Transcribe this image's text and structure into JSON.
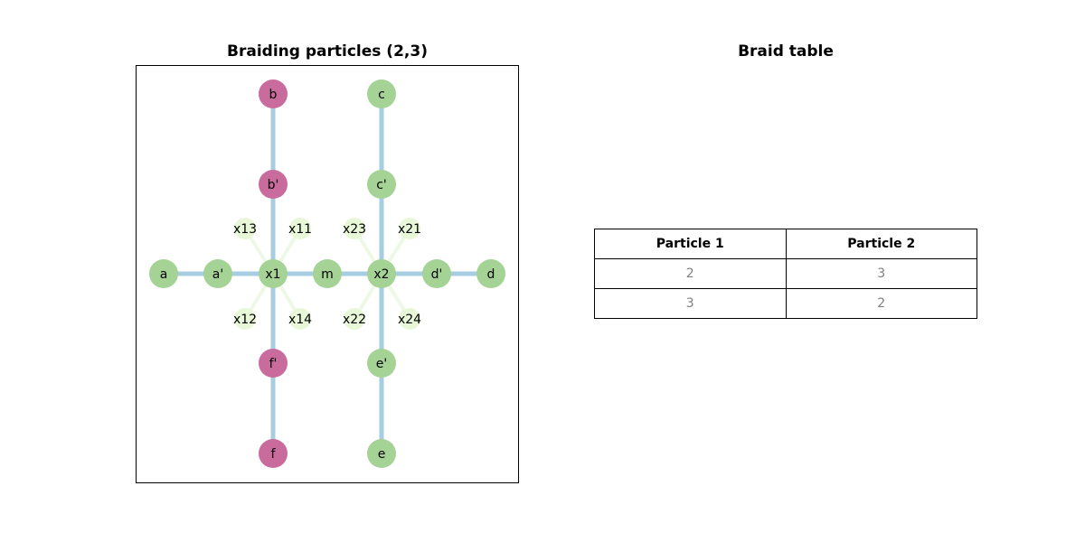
{
  "graph": {
    "title": "Braiding particles (2,3)",
    "colors": {
      "edge": "#a6cde2",
      "faint_edge": "#eef8e6",
      "particle_node": "#c96b9c",
      "empty_node": "#a5d295",
      "ghost_node": "#e8f7d8",
      "label": "#000000"
    },
    "nodes": [
      {
        "id": "a",
        "label": "a",
        "kind": "empty"
      },
      {
        "id": "a'",
        "label": "a'",
        "kind": "empty"
      },
      {
        "id": "x1",
        "label": "x1",
        "kind": "empty"
      },
      {
        "id": "m",
        "label": "m",
        "kind": "empty"
      },
      {
        "id": "x2",
        "label": "x2",
        "kind": "empty"
      },
      {
        "id": "d'",
        "label": "d'",
        "kind": "empty"
      },
      {
        "id": "d",
        "label": "d",
        "kind": "empty"
      },
      {
        "id": "b",
        "label": "b",
        "kind": "particle"
      },
      {
        "id": "b'",
        "label": "b'",
        "kind": "particle"
      },
      {
        "id": "f'",
        "label": "f'",
        "kind": "particle"
      },
      {
        "id": "f",
        "label": "f",
        "kind": "particle"
      },
      {
        "id": "c",
        "label": "c",
        "kind": "empty"
      },
      {
        "id": "c'",
        "label": "c'",
        "kind": "empty"
      },
      {
        "id": "e'",
        "label": "e'",
        "kind": "empty"
      },
      {
        "id": "e",
        "label": "e",
        "kind": "empty"
      },
      {
        "id": "x11",
        "label": "x11",
        "kind": "ghost"
      },
      {
        "id": "x12",
        "label": "x12",
        "kind": "ghost"
      },
      {
        "id": "x13",
        "label": "x13",
        "kind": "ghost"
      },
      {
        "id": "x14",
        "label": "x14",
        "kind": "ghost"
      },
      {
        "id": "x21",
        "label": "x21",
        "kind": "ghost"
      },
      {
        "id": "x22",
        "label": "x22",
        "kind": "ghost"
      },
      {
        "id": "x23",
        "label": "x23",
        "kind": "ghost"
      },
      {
        "id": "x24",
        "label": "x24",
        "kind": "ghost"
      }
    ],
    "edges": [
      [
        "a",
        "a'"
      ],
      [
        "a'",
        "x1"
      ],
      [
        "x1",
        "m"
      ],
      [
        "m",
        "x2"
      ],
      [
        "x2",
        "d'"
      ],
      [
        "d'",
        "d"
      ],
      [
        "b",
        "b'"
      ],
      [
        "b'",
        "x1"
      ],
      [
        "x1",
        "f'"
      ],
      [
        "f'",
        "f"
      ],
      [
        "c",
        "c'"
      ],
      [
        "c'",
        "x2"
      ],
      [
        "x2",
        "e'"
      ],
      [
        "e'",
        "e"
      ]
    ],
    "faint_edges": [
      [
        "x1",
        "x11"
      ],
      [
        "x1",
        "x12"
      ],
      [
        "x1",
        "x13"
      ],
      [
        "x1",
        "x14"
      ],
      [
        "x2",
        "x21"
      ],
      [
        "x2",
        "x22"
      ],
      [
        "x2",
        "x23"
      ],
      [
        "x2",
        "x24"
      ]
    ]
  },
  "table": {
    "title": "Braid table",
    "headers": [
      "Particle 1",
      "Particle 2"
    ],
    "rows": [
      [
        "2",
        "3"
      ],
      [
        "3",
        "2"
      ]
    ]
  }
}
